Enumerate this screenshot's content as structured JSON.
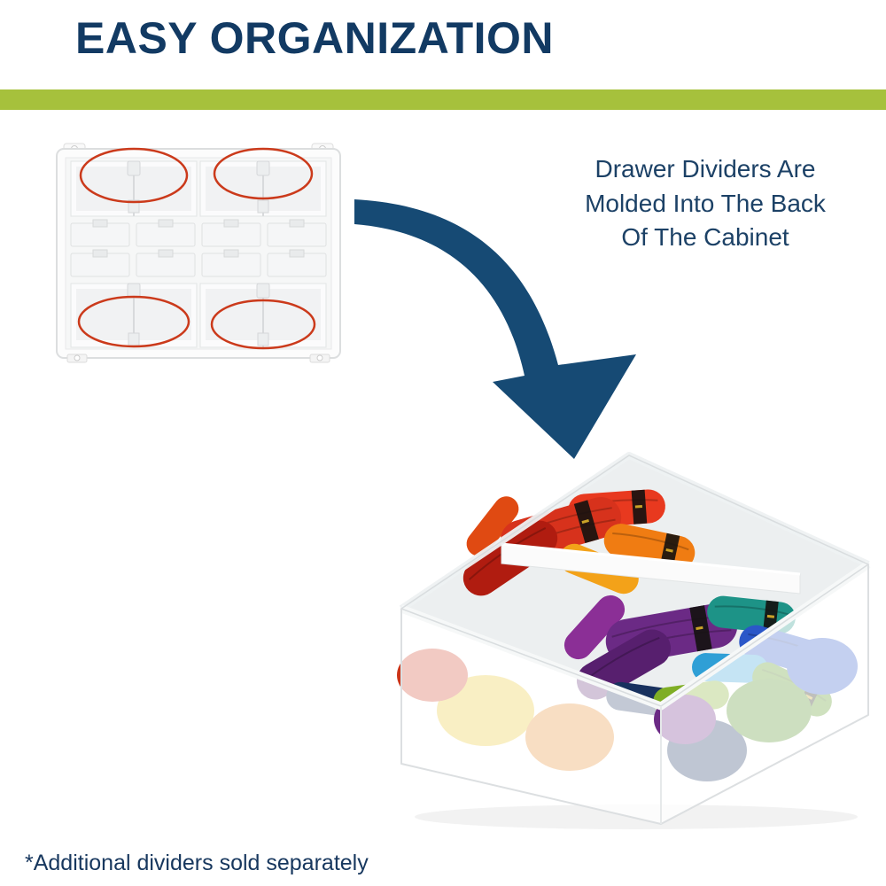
{
  "header": {
    "title": "EASY ORGANIZATION"
  },
  "callout": {
    "lines": [
      "Drawer Dividers Are",
      "Molded Into The Back",
      "Of The Cabinet"
    ]
  },
  "footnote": {
    "text": "*Additional dividers sold separately"
  },
  "colors": {
    "heading_navy": "#123a63",
    "accent_green": "#a6c13c",
    "callout_navy": "#1c4166",
    "arrow_navy": "#164a74",
    "highlight_red": "#cb3a1b"
  },
  "images": {
    "cabinet_alt": "White small-parts cabinet, front view, molded divider slots circled in red",
    "drawer_alt": "Clear plastic drawer filled with colorful embroidery floss, split by a white divider"
  }
}
